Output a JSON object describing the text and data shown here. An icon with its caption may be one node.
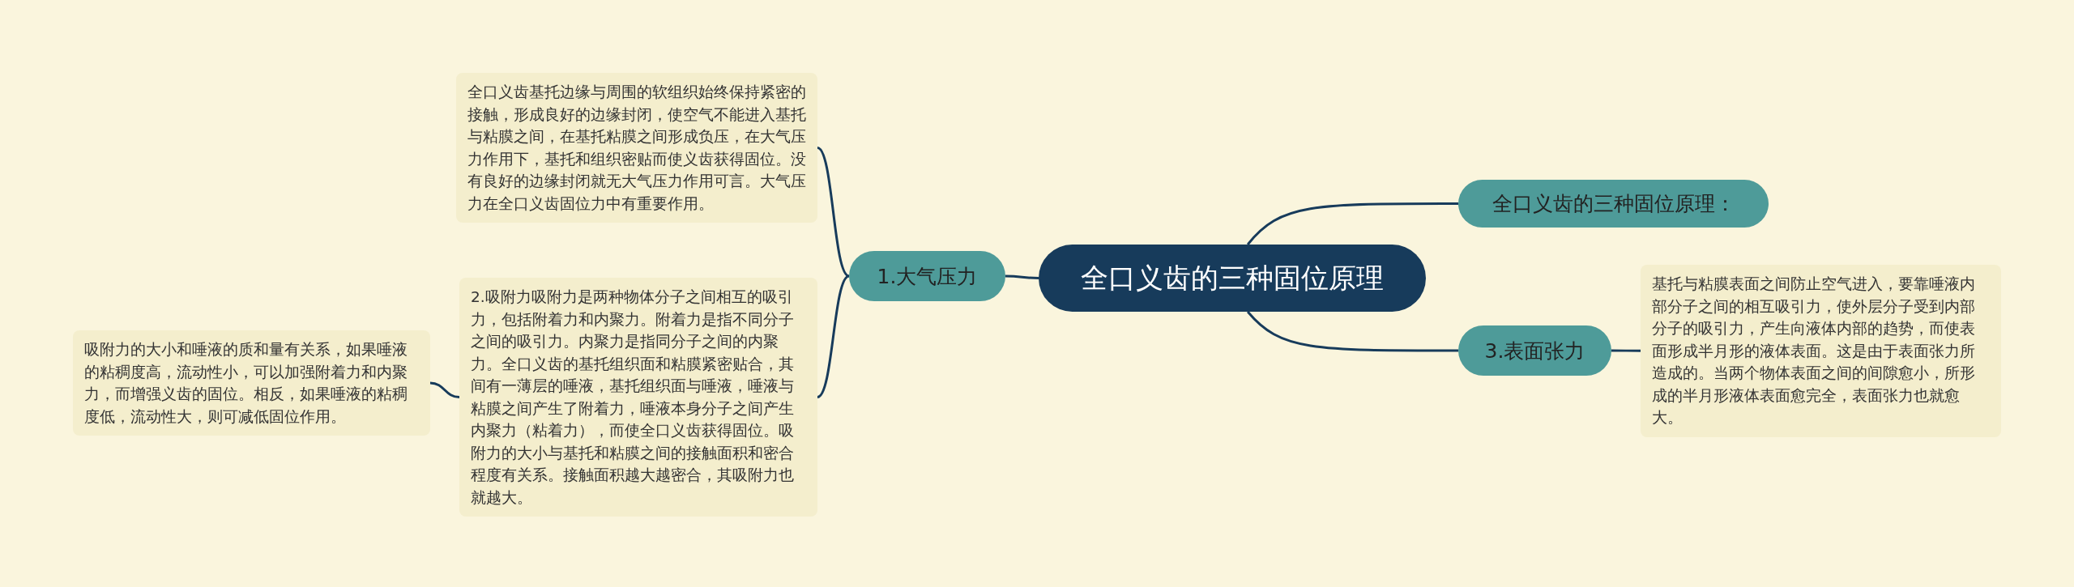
{
  "diagram": {
    "nodes": [
      {
        "text": [
          "全口义齿的三种固位原理"
        ]
      },
      {
        "text": [
          "全口义齿的三种固位原理："
        ]
      },
      {
        "text": [
          "1.大气压力"
        ]
      },
      {
        "text": [
          "3.表面张力"
        ]
      },
      {
        "text": [
          "全口义齿基托边缘与周围的软组织始终保持紧密的接触，形成良好的边缘封闭，使空气不能进入基托与粘膜之间，在基托粘膜之间形成负压，在大气压力作用下，基托和组织密贴而使义齿获得固位。没有良好的边缘封闭就无大气压力作用可言。大气压力在全口义齿固位力中有重要作用。"
        ]
      },
      {
        "text": [
          "2.吸附力吸附力是两种物体分子之间相互的吸引力，包括附着力和内聚力。附着力是指不同分子之间的吸引力。内聚力是指同分子之间的内聚力。全口义齿的基托组织面和粘膜紧密贴合，其间有一薄层的唾液，基托组织面与唾液，唾液与粘膜之间产生了附着力，唾液本身分子之间产生内聚力（粘着力），而使全口义齿获得固位。吸附力的大小与基托和粘膜之间的接触面积和密合程度有关系。接触面积越大越密合，其吸附力也就越大。"
        ]
      },
      {
        "text": [
          "吸附力的大小和唾液的质和量有关系，如果唾液的粘稠度高，流动性小，可以加强附着力和内聚力，而增强义齿的固位。相反，如果唾液的粘稠度低，流动性大，则可减低固位作用。"
        ]
      },
      {
        "text": [
          "基托与粘膜表面之间防止空气进入，要靠唾液内部分子之间的相互吸引力，使外层分子受到内部分子的吸引力，产生向液体内部的趋势，而使表面形成半月形的液体表面。这是由于表面张力所造成的。当两个物体表面之间的间隙愈小，所形成的半月形液体表面愈完全，表面张力也就愈大。"
        ]
      }
    ],
    "edges": [
      {
        "from": 0,
        "to": 1,
        "arrow": "none"
      },
      {
        "from": 0,
        "to": 2,
        "arrow": "none"
      },
      {
        "from": 0,
        "to": 3,
        "arrow": "none"
      },
      {
        "from": 2,
        "to": 4,
        "arrow": "none"
      },
      {
        "from": 2,
        "to": 5,
        "arrow": "none"
      },
      {
        "from": 5,
        "to": 6,
        "arrow": "none"
      },
      {
        "from": 3,
        "to": 7,
        "arrow": "none"
      }
    ]
  }
}
